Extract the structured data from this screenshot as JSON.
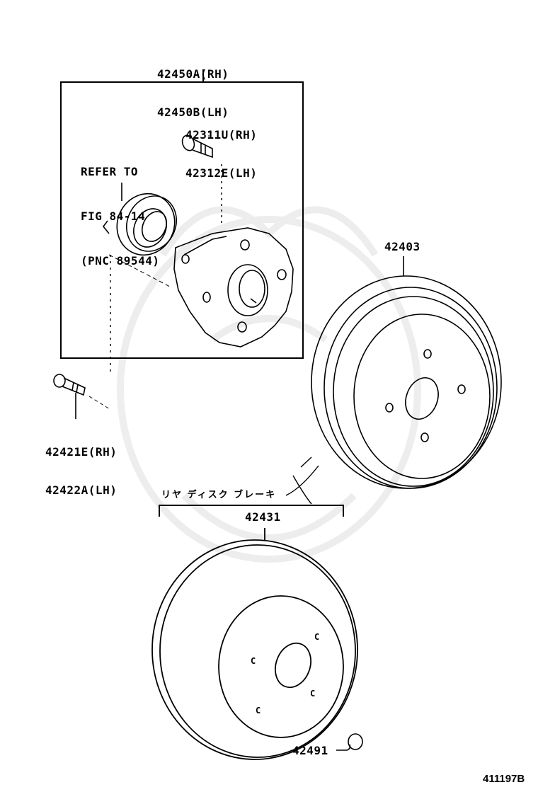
{
  "diagram": {
    "figure_code": "411197B",
    "jp_caption": "リヤ ディスク ブレーキ",
    "refer_note": {
      "line1": "REFER TO",
      "line2": "FIG 84-14",
      "line3": "(PNC 89544)"
    },
    "parts": [
      {
        "id": "hub-assembly",
        "line1": "42450A(RH)",
        "line2": "42450B(LH)"
      },
      {
        "id": "hub-bolt",
        "line1": "42311U(RH)",
        "line2": "42312E(LH)"
      },
      {
        "id": "hub-mount-bolt",
        "line1": "42421E(RH)",
        "line2": "42422A(LH)"
      },
      {
        "id": "brake-drum",
        "line1": "42403"
      },
      {
        "id": "disc-rotor",
        "line1": "42431"
      },
      {
        "id": "plug",
        "line1": "42491"
      }
    ]
  }
}
